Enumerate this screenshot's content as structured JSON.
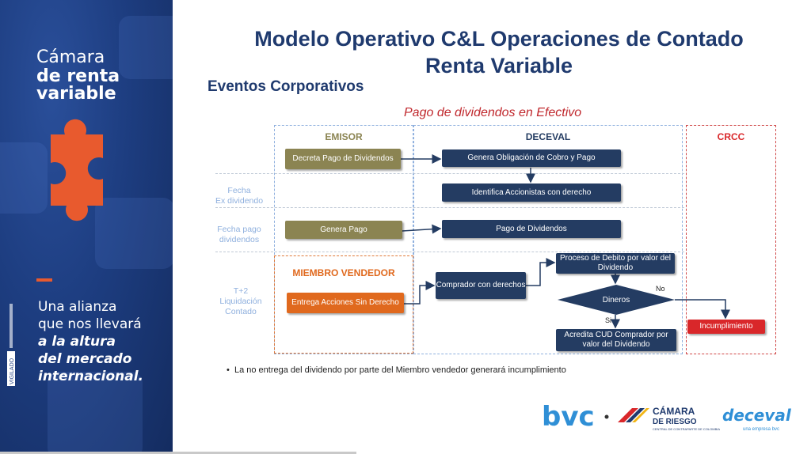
{
  "banner": {
    "brand_line1": "Cámara",
    "brand_line2": "de renta",
    "brand_line3": "variable",
    "tagline1": "Una alianza",
    "tagline2": "que nos llevará",
    "tagline3": "a la altura",
    "tagline4": "del mercado",
    "tagline5": "internacional.",
    "vigilado": "VIGILADO"
  },
  "header": {
    "title_line1": "Modelo Operativo C&L Operaciones de Contado",
    "title_line2": "Renta Variable",
    "subtitle": "Eventos Corporativos"
  },
  "diagram": {
    "title": "Pago de dividendos en Efectivo",
    "lanes": {
      "emisor": "EMISOR",
      "deceval": "DECEVAL",
      "crcc": "CRCC",
      "miembro_vendedor": "MIEMBRO VENDEDOR"
    },
    "side_labels": {
      "ex_dividendo": [
        "Fecha",
        "Ex dividendo"
      ],
      "pago": [
        "Fecha pago",
        "dividendos"
      ],
      "t2": [
        "T+2",
        "Liquidación",
        "Contado"
      ]
    },
    "boxes": {
      "decreta": "Decreta Pago de Dividendos",
      "genera_obligacion": "Genera Obligación de Cobro y Pago",
      "identifica": "Identifica Accionistas con derecho",
      "genera_pago": "Genera Pago",
      "pago_dividendos": "Pago de Dividendos",
      "proceso_debito": "Proceso de Debito por valor del Dividendo",
      "comprador": "Comprador con derechos",
      "entrega": "Entrega Acciones Sin Derecho",
      "dineros": "Dineros",
      "acredita": "Acredita CUD Comprador por valor del Dividendo",
      "incumplimiento": "Incumplimiento"
    },
    "edge_labels": {
      "no": "No",
      "si": "Si"
    },
    "colors": {
      "olive": "#8b8452",
      "navy": "#243c62",
      "orange": "#e0691e",
      "red": "#d9272a",
      "lane_blue": "#8fb0de"
    }
  },
  "note": "La no entrega del dividendo por parte del Miembro vendedor generará incumplimiento",
  "logos": {
    "bvc": "bvc",
    "camara_line1": "CÁMARA",
    "camara_line2": "DE RIESGO",
    "camara_line3": "CENTRAL DE CONTRAPARTE DE COLOMBIA",
    "deceval": "deceval",
    "deceval_sub": "una empresa bvc"
  }
}
